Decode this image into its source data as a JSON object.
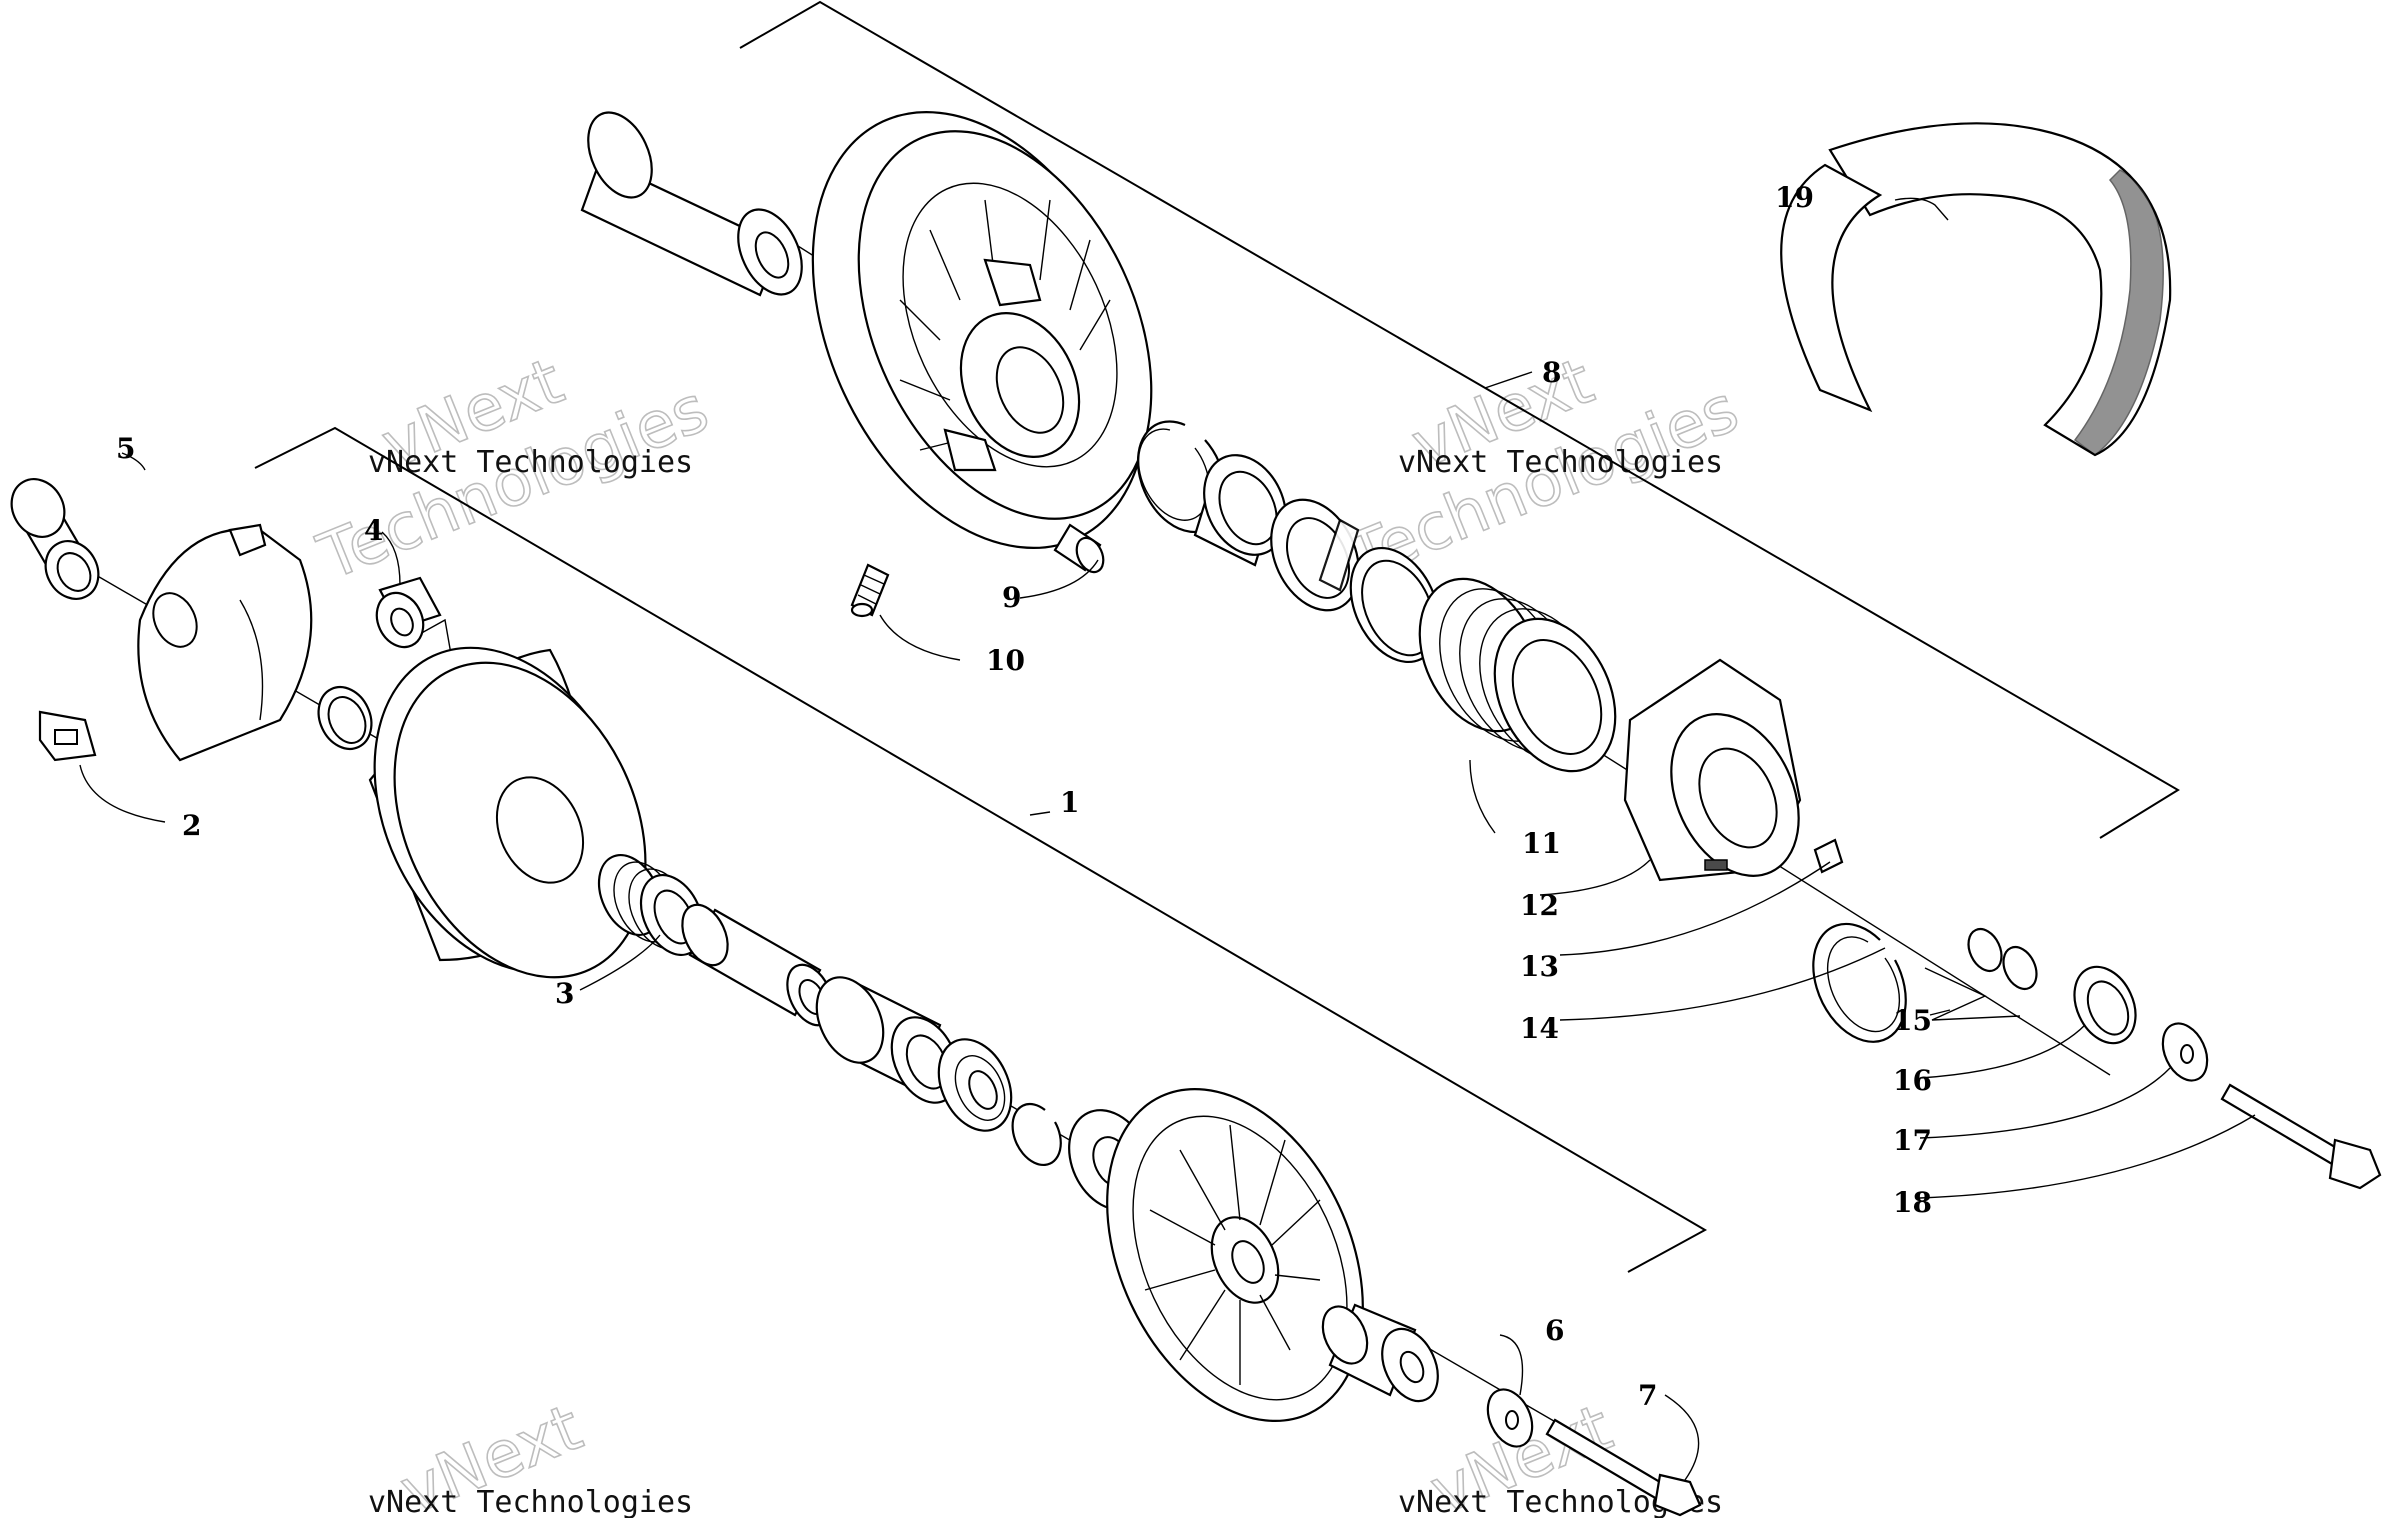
{
  "labels": {
    "l1": "1",
    "l2": "2",
    "l3": "3",
    "l4": "4",
    "l5": "5",
    "l6": "6",
    "l7": "7",
    "l8": "8",
    "l9": "9",
    "l10": "10",
    "l11": "11",
    "l12": "12",
    "l13": "13",
    "l14": "14",
    "l15": "15",
    "l16": "16",
    "l17": "17",
    "l18": "18",
    "l19": "19"
  },
  "watermark": {
    "text": "vNext Technologies",
    "line1": "vNext",
    "line2": "Technologies"
  }
}
